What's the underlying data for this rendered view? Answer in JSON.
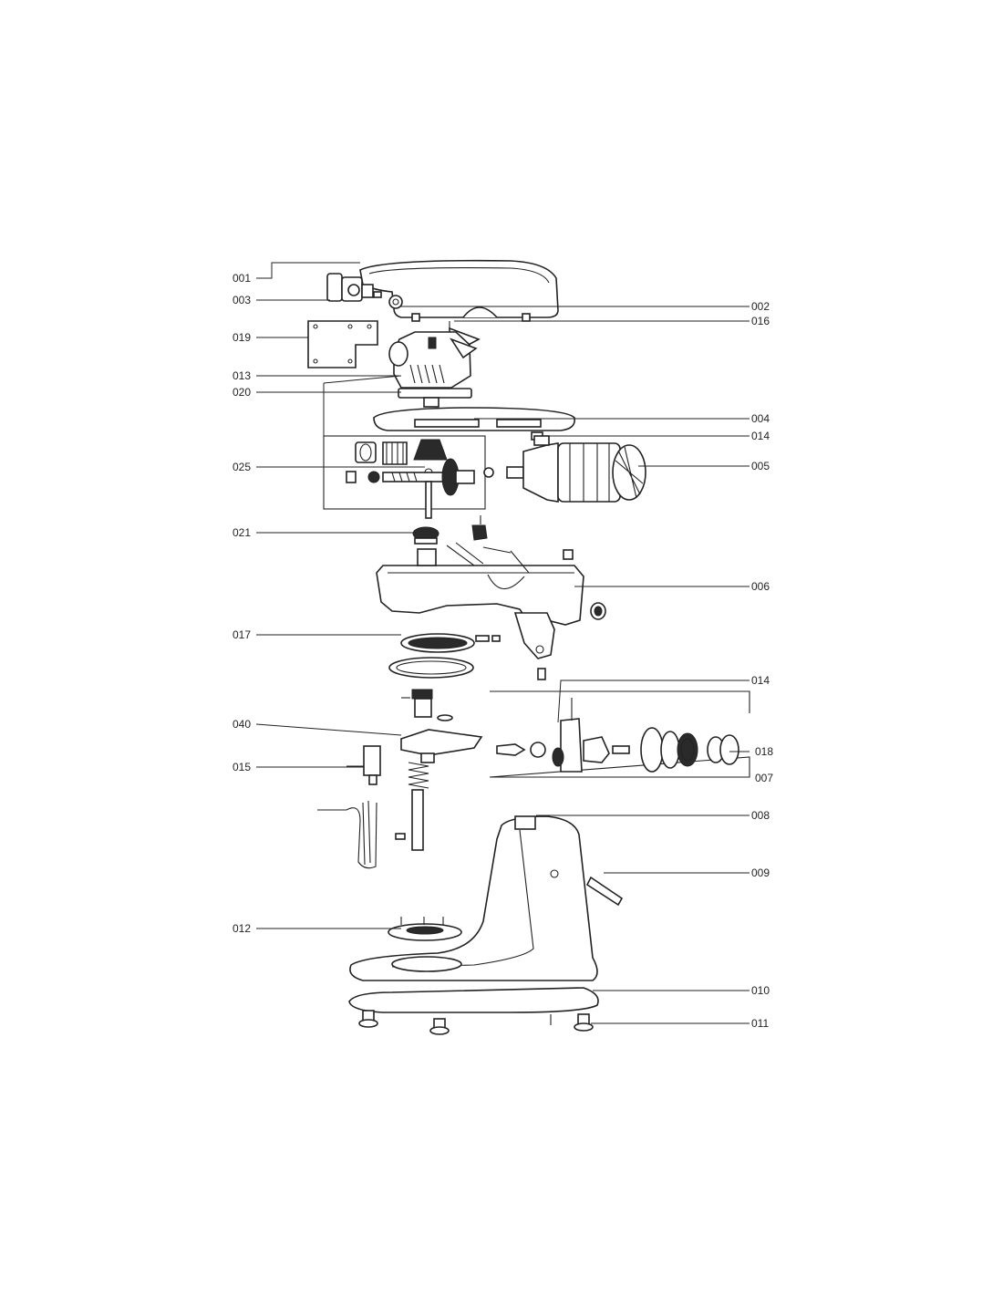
{
  "labels": {
    "l001": "001",
    "l002": "002",
    "l003": "003",
    "l004": "004",
    "l005": "005",
    "l006": "006",
    "l007": "007",
    "l008": "008",
    "l009": "009",
    "l010": "010",
    "l011": "011",
    "l012": "012",
    "l013": "013",
    "l014a": "014",
    "l014b": "014",
    "l015": "015",
    "l016": "016",
    "l017": "017",
    "l018": "018",
    "l019": "019",
    "l020": "020",
    "l021": "021",
    "l025": "025",
    "l040": "040"
  }
}
